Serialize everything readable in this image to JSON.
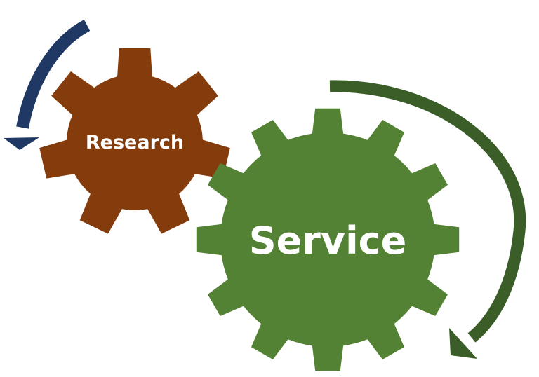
{
  "diagram": {
    "gears": [
      {
        "label": "Research",
        "color": "#843c0c",
        "teeth": 7
      },
      {
        "label": "Service",
        "color": "#548235",
        "teeth": 12
      }
    ],
    "arrows": [
      {
        "color": "#1f3864",
        "direction": "counter-clockwise"
      },
      {
        "color": "#3b5e29",
        "direction": "clockwise"
      }
    ],
    "background": "#ffffff"
  }
}
